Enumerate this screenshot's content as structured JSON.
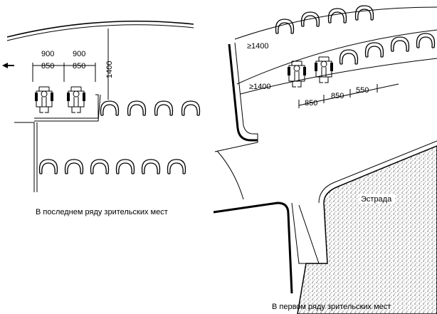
{
  "left": {
    "dims": {
      "w1": "900",
      "w2": "900",
      "s1": "850",
      "s2": "850",
      "depth": "1400"
    },
    "caption": "В последнем ряду зрительских мест"
  },
  "right": {
    "dims": {
      "a": "≥1400",
      "b": "≥1400",
      "c": "850",
      "d": "850",
      "e": "550"
    },
    "stage_label": "Эстрада",
    "caption": "В первом ряду зрительских мест"
  }
}
